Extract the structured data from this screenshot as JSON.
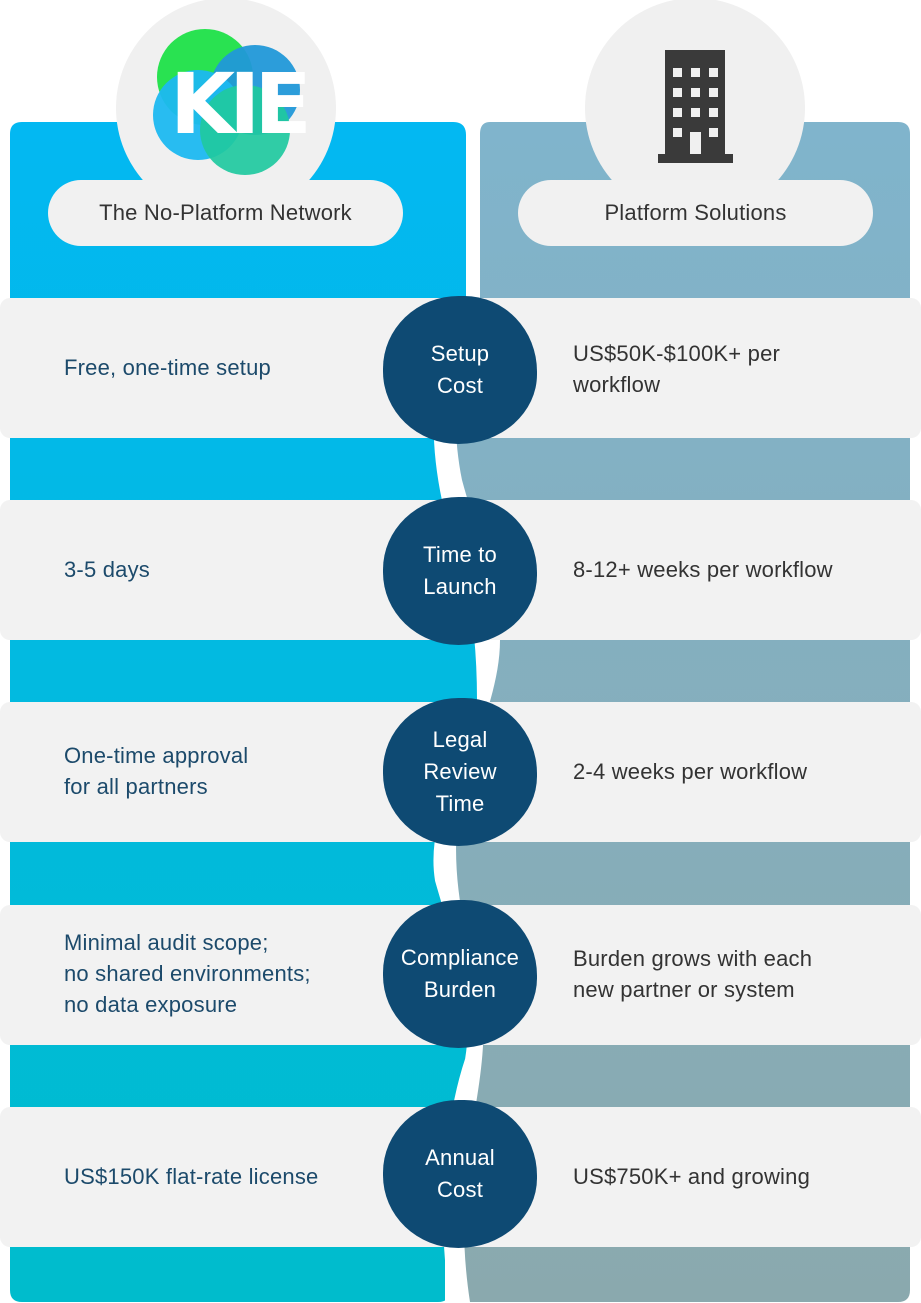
{
  "colors": {
    "left_panel": "#03b6ef",
    "right_panel": "#7fb1c9",
    "badge": "#0e4a73",
    "row_bg": "#f2f2f2",
    "left_text": "#1c4a6b",
    "right_text": "#333333"
  },
  "header": {
    "left_logo_text": "KIE",
    "left_title": "The No-Platform Network",
    "right_icon": "building-icon",
    "right_title": "Platform Solutions"
  },
  "rows": [
    {
      "badge": "Setup\nCost",
      "left": "Free, one-time setup",
      "right": "US$50K-$100K+ per\nworkflow"
    },
    {
      "badge": "Time to\nLaunch",
      "left": "3-5 days",
      "right": "8-12+ weeks per workflow"
    },
    {
      "badge": "Legal\nReview\nTime",
      "left": "One-time approval\nfor all partners",
      "right": "2-4 weeks per workflow"
    },
    {
      "badge": "Compliance\nBurden",
      "left": "Minimal audit scope;\nno shared environments;\nno data exposure",
      "right": "Burden grows with each\nnew partner or system"
    },
    {
      "badge": "Annual\nCost",
      "left": "US$150K flat-rate license",
      "right": "US$750K+ and growing"
    }
  ]
}
